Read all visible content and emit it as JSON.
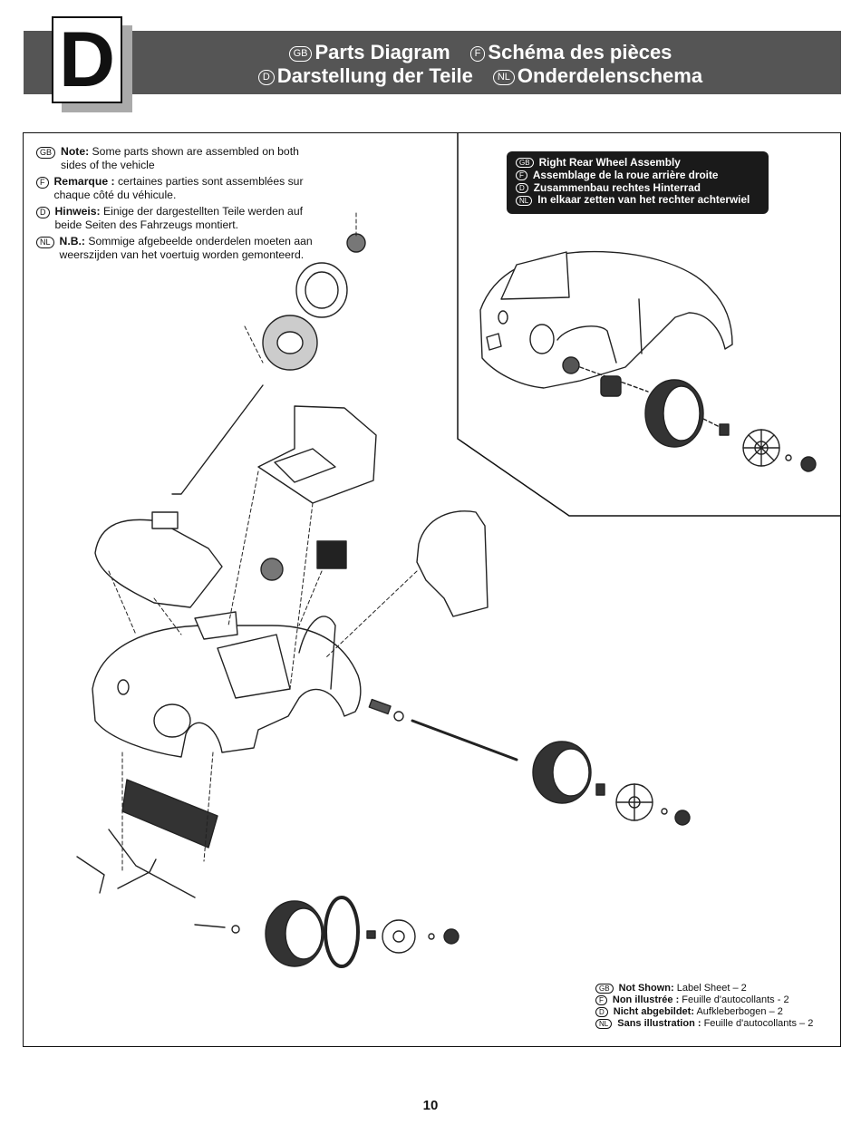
{
  "section": {
    "letter": "D"
  },
  "title": {
    "row1": [
      {
        "lang": "GB",
        "text": "Parts Diagram"
      },
      {
        "lang": "F",
        "text": "Schéma des pièces"
      }
    ],
    "row2": [
      {
        "lang": "D",
        "text": "Darstellung der Teile"
      },
      {
        "lang": "NL",
        "text": "Onderdelenschema"
      }
    ]
  },
  "notes": [
    {
      "lang": "GB",
      "label": "Note:",
      "text": " Some parts shown are assembled on both sides of the vehicle"
    },
    {
      "lang": "F",
      "label": "Remarque :",
      "text": " certaines parties sont assemblées sur chaque côté du véhicule."
    },
    {
      "lang": "D",
      "label": "Hinweis:",
      "text": " Einige der dargestellten Teile werden auf beide Seiten des Fahrzeugs montiert."
    },
    {
      "lang": "NL",
      "label": "N.B.:",
      "text": " Sommige afgebeelde onderdelen moeten aan weerszijden van het voertuig worden gemonteerd."
    }
  ],
  "callout": [
    {
      "lang": "GB",
      "text": "Right Rear Wheel Assembly"
    },
    {
      "lang": "F",
      "text": "Assemblage de la roue arrière droite"
    },
    {
      "lang": "D",
      "text": "Zusammenbau rechtes Hinterrad"
    },
    {
      "lang": "NL",
      "text": "In elkaar zetten van het rechter achterwiel"
    }
  ],
  "not_shown": [
    {
      "lang": "GB",
      "label": "Not Shown:",
      "text": " Label Sheet – 2"
    },
    {
      "lang": "F",
      "label": "Non illustrée :",
      "text": " Feuille d'autocollants - 2"
    },
    {
      "lang": "D",
      "label": "Nicht abgebildet:",
      "text": " Aufkleberbogen – 2"
    },
    {
      "lang": "NL",
      "label": "Sans illustration :",
      "text": " Feuille d'autocollants – 2"
    }
  ],
  "page_number": "10"
}
